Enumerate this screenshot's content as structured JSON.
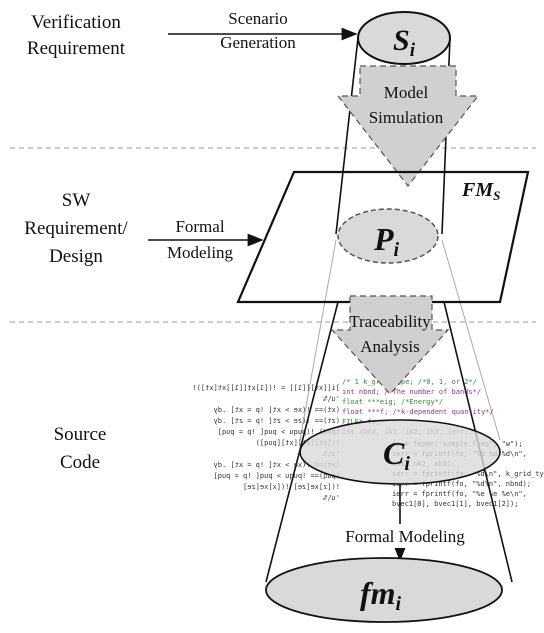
{
  "left_labels": {
    "verification": [
      "Verification",
      "Requirement"
    ],
    "sw": [
      "SW",
      "Requirement/",
      "Design"
    ],
    "source": [
      "Source",
      "Code"
    ]
  },
  "arrows": {
    "scenario": [
      "Scenario",
      "Generation"
    ],
    "formal": [
      "Formal",
      "Modeling"
    ],
    "bottom": "Formal Modeling"
  },
  "block_arrows": {
    "model_sim": [
      "Model",
      "Simulation"
    ],
    "traceability": [
      "Traceability",
      "Analysis"
    ]
  },
  "nodes": {
    "s": {
      "base": "S",
      "sub": "i"
    },
    "p": {
      "base": "P",
      "sub": "i"
    },
    "c": {
      "base": "C",
      "sub": "i"
    },
    "fm": {
      "base": "fm",
      "sub": "i"
    },
    "fms": {
      "base": "FM",
      "sub": "S"
    }
  },
  "code_lines": [
    "fp = fopen(\"sample.freq\", \"w\");",
    "ierr = fprintf(fo, \"%d %d %d\\n\",",
    "  nk1, nk2, nk3);",
    "ierr = fprintf(fo, \"%d\\n\", k_grid_type);",
    "ierr = fprintf(fo, \"%d\\n\", nbnd);",
    "ierr = fprintf(fo, \"%e %e %e\\n\",",
    "  bvec1[0], bvec1[1], bvec1[2]);"
  ],
  "code_lines_top": [
    "/* 1 k_grid_type; /*0, 1, or 2*/",
    "int nbnd; /*The number of bands*/",
    "float ***eig; /*Energy*/",
    "float ***f; /*k-dependent quantity*/",
    "FILE* fo;",
    "int ibnd, ik1, ik2, ik3, ierr;"
  ],
  "code_lines_mirror": [
    "]i[[xt][[1]] = !([1]xt[[1]]xt[xt])!",
    "'u\\%",
    "(xt)== !(xe > xt[ !p = xt] .dy",
    "(zt)== !(ze > zt[ !p = zt] .dy",
    "(pnd) !(puqu > puq[ !p = puq]",
    "!([xt][xt][xt][puq])",
    "'u\\%",
    "(xt)== !(xe > xt[ !p = xt] .dy",
    "(puq)== !puqu > puq[ !p = puq]",
    "!([z]xe[ze] !([x]xe[ze]",
    "'u\\%"
  ]
}
